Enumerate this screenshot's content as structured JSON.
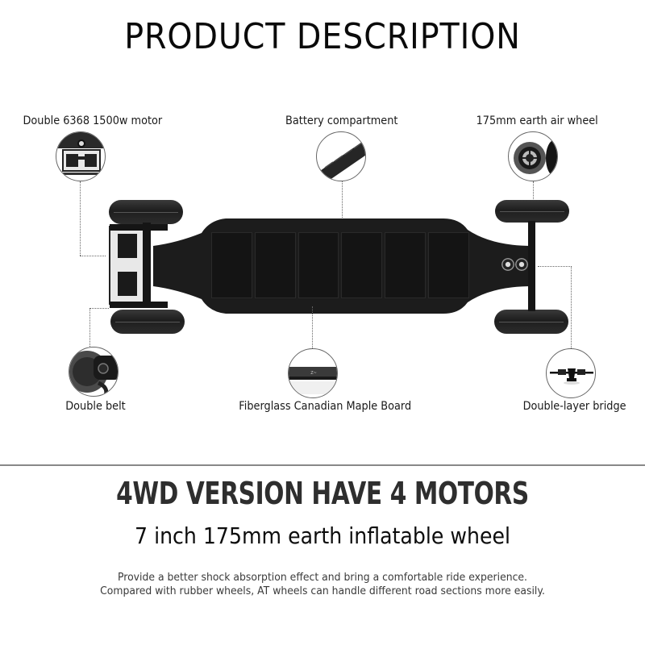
{
  "header": {
    "title": "PRODUCT DESCRIPTION"
  },
  "callouts": {
    "top": [
      {
        "label": "Double 6368 1500w motor",
        "icon": "motor-closeup-icon"
      },
      {
        "label": "Battery compartment",
        "icon": "battery-compartment-icon"
      },
      {
        "label": "175mm earth air wheel",
        "icon": "air-wheel-icon"
      }
    ],
    "bottom": [
      {
        "label": "Double belt",
        "icon": "double-belt-icon"
      },
      {
        "label": "Fiberglass Canadian Maple Board",
        "icon": "maple-board-icon"
      },
      {
        "label": "Double-layer bridge",
        "icon": "truck-bridge-icon"
      }
    ]
  },
  "product_image": {
    "subject": "electric-skateboard-top-view",
    "deck_cells": 6
  },
  "footer": {
    "headline": "4WD VERSION HAVE 4 MOTORS",
    "subheadline": "7 inch 175mm earth inflatable wheel",
    "body": [
      "Provide a better shock absorption effect and bring a comfortable ride experience.",
      "Compared with rubber wheels, AT wheels can handle different road sections more easily."
    ]
  },
  "colors": {
    "background": "#ffffff",
    "title_text": "#0a0a0a",
    "headline_text": "#2e2e2e",
    "body_text": "#3a3a3a",
    "deck": "#1c1c1c",
    "divider": "#888888",
    "leader_line": "#666666"
  }
}
